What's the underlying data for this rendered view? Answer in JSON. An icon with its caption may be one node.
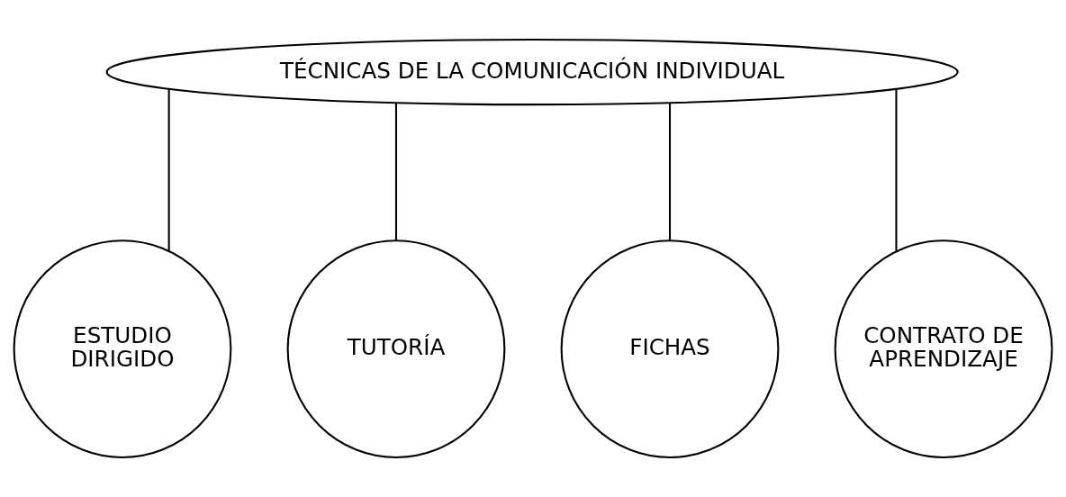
{
  "diagram": {
    "nodes": [
      {
        "text": [
          "TÉCNICAS DE LA COMUNICACIÓN INDIVIDUAL"
        ]
      },
      {
        "text": [
          "ESTUDIO DIRIGIDO"
        ]
      },
      {
        "text": [
          "TUTORÍA"
        ]
      },
      {
        "text": [
          "FICHAS"
        ]
      },
      {
        "text": [
          "CONTRATO DE APRENDIZAJE"
        ]
      }
    ],
    "edges": [
      {
        "from": 0,
        "to": 1,
        "arrow": "none"
      },
      {
        "from": 0,
        "to": 2,
        "arrow": "none"
      },
      {
        "from": 0,
        "to": 3,
        "arrow": "none"
      },
      {
        "from": 0,
        "to": 4,
        "arrow": "none"
      }
    ]
  }
}
